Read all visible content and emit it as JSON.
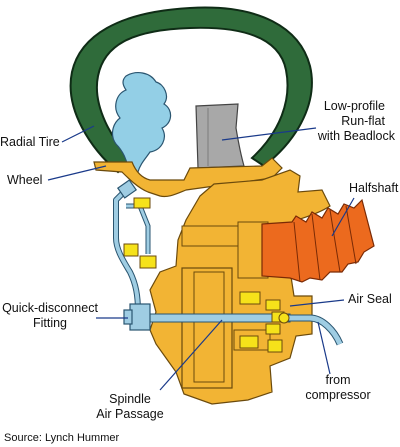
{
  "colors": {
    "tire": "#2f6b3a",
    "tire_outline": "#0f2c16",
    "bladder": "#93cfe6",
    "runflat": "#a8a8a8",
    "hub": "#f2b434",
    "hub_outline": "#6b4a0c",
    "halfshaft": "#ec6a1e",
    "air_line": "#9fcde3",
    "fitting": "#f6e21a",
    "leader": "#1a3a8a"
  },
  "labels": {
    "radial_tire": "Radial Tire",
    "wheel": "Wheel",
    "runflat_line1": "Low-profile",
    "runflat_line2": "Run-flat",
    "runflat_line3": "with Beadlock",
    "halfshaft": "Halfshaft",
    "qd_line1": "Quick-disconnect",
    "qd_line2": "Fitting",
    "air_seal": "Air Seal",
    "spindle_line1": "Spindle",
    "spindle_line2": "Air Passage",
    "compressor_line1": "from",
    "compressor_line2": "compressor"
  },
  "source": "Source:  Lynch Hummer"
}
